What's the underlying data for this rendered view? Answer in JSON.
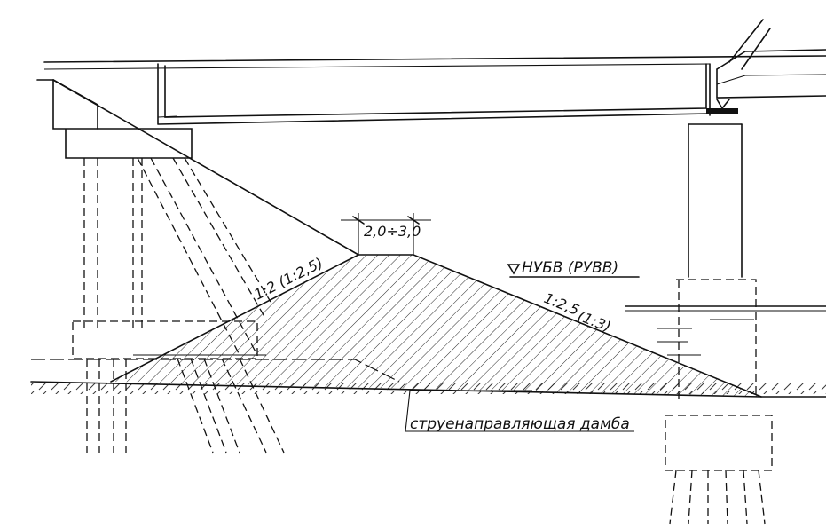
{
  "labels": {
    "crest_width": "2,0÷3,0",
    "slope_left": "1:2 (1:2,5)",
    "water_level": "НУБВ (РУВВ)",
    "slope_right": "1:2,5",
    "slope_right_alt": "(1:3)",
    "dam_name": "струенаправляющая дамба"
  }
}
